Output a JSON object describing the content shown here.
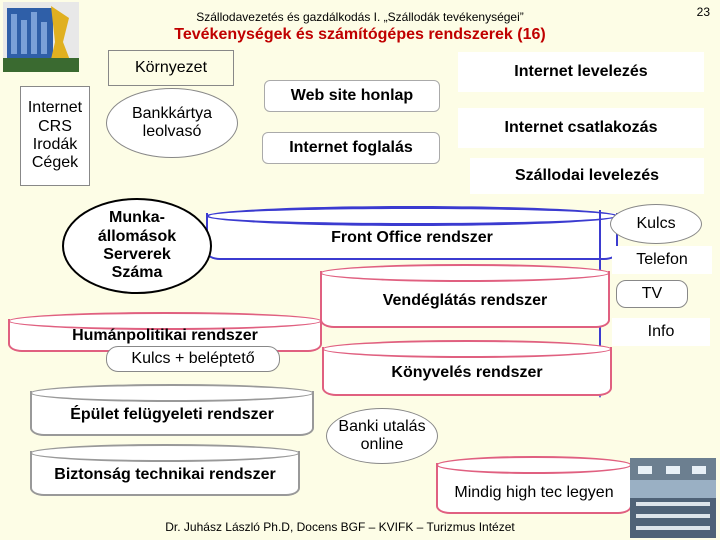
{
  "header": {
    "course": "Szállodavezetés és gazdálkodás I.  „Szállodák tevékenységei”",
    "page_number": "23",
    "title": "Tevékenységek és számítógépes rendszerek  (16)"
  },
  "left": {
    "environment": "Környezet",
    "internet_lines": [
      "Internet",
      "CRS",
      "Irodák",
      "Cégek"
    ],
    "card_reader_lines": [
      "Bankkártya",
      "leolvasó"
    ],
    "workstations_lines": [
      "Munka-",
      "állomások",
      "Serverek",
      "Száma"
    ]
  },
  "top": {
    "web_site": "Web site honlap",
    "internet_booking": "Internet foglalás",
    "internet_email": "Internet levelezés",
    "internet_connection": "Internet csatlakozás",
    "hotel_email": "Szállodai levelezés"
  },
  "systems": {
    "front_office": "Front Office rendszer",
    "restaurant": "Vendéglátás rendszer",
    "hr": "Humánpolitikai rendszer",
    "key_access": "Kulcs + beléptető",
    "accounting": "Könyvelés rendszer",
    "building": "Épület felügyeleti rendszer",
    "bank_transfer_lines": [
      "Banki utalás",
      "online"
    ],
    "security": "Biztonság technikai rendszer",
    "high_tech": "Mindig high tec legyen"
  },
  "right_labels": {
    "key": "Kulcs",
    "phone": "Telefon",
    "tv": "TV",
    "info": "Info"
  },
  "footer": {
    "author": "Dr. Juhász László Ph.D, Docens BGF – KVIFK – Turizmus Intézet"
  },
  "colors": {
    "title_red": "#c00000",
    "blue_border": "#3b3bd0",
    "pink_border": "#e06080",
    "background": "#fdfde6"
  }
}
